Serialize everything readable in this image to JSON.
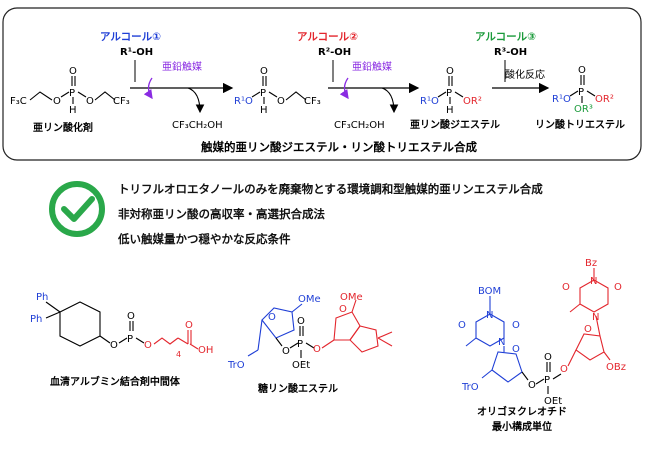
{
  "scheme": {
    "title": "触媒的亜リン酸ジエステル・リン酸トリエステル合成",
    "reagent1_label": "アルコール①",
    "reagent1_formula": "R¹-OH",
    "reagent2_label": "アルコール②",
    "reagent2_formula": "R²-OH",
    "reagent3_label": "アルコール③",
    "reagent3_formula": "R³-OH",
    "catalyst_label": "亜鉛触媒",
    "oxidation_label": "酸化反応",
    "byproduct": "CF₃CH₂OH",
    "start_name": "亜リン酸化剤",
    "diester_name": "亜リン酸ジエステル",
    "triester_name": "リン酸トリエステル",
    "atoms": {
      "P": "P",
      "O": "O",
      "H": "H",
      "CF3": "F₃C",
      "CF3r": "CF₃",
      "R1O": "R¹O",
      "OR2": "OR²",
      "OR3": "OR³"
    }
  },
  "features": [
    "トリフルオロエタノールのみを廃棄物とする環境調和型触媒的亜リンエステル合成",
    "非対称亜リン酸の高収率・高選択合成法",
    "低い触媒量かつ穏やかな反応条件"
  ],
  "examples": [
    {
      "name": "血清アルブミン結合剤中間体",
      "ph": "Ph",
      "acid": "OH",
      "sub": "4",
      "O": "O",
      "P": "P"
    },
    {
      "name": "糖リン酸エステル",
      "ome": "OMe",
      "tro": "TrO",
      "oet": "OEt",
      "O": "O",
      "P": "P"
    },
    {
      "name": "オリゴヌクレオチド",
      "name2": "最小構成単位",
      "bom": "BOM",
      "bz": "Bz",
      "obz": "OBz",
      "tro": "TrO",
      "oet": "OEt",
      "N": "N",
      "O": "O",
      "P": "P"
    }
  ],
  "colors": {
    "blue": "#1f3fd6",
    "red": "#e3262d",
    "green": "#1a9a3a",
    "purple": "#8a2be2",
    "check": "#2aa84a"
  }
}
